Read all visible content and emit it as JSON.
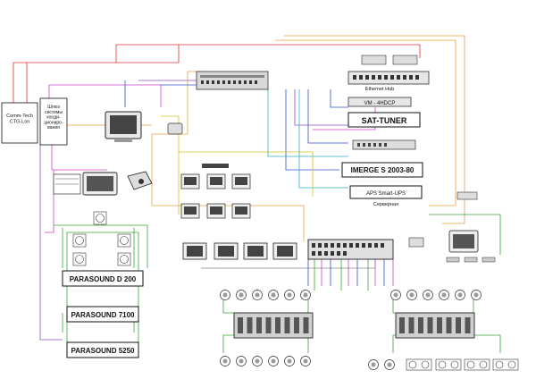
{
  "boxes": {
    "comm_tech": "Comm-Tech\nCTG-Lon",
    "shlyuz": "Шлюз\nсистемы\nконди-\nциониро-\nвания",
    "ethernet_hub": "Ethernet Hub",
    "vm4hdcp": "VM - 4HDCP",
    "sat_tuner": "SAT-TUNER",
    "imerge": "IMERGE S 2003-80",
    "aps_ups": "APS Smart-UPS",
    "servernaya": "Серверная",
    "parasound_d200": "PARASOUND D 200",
    "parasound_7100": "PARASOUND 7100",
    "parasound_5250": "PARASOUND 5250"
  },
  "colors": {
    "red": "#e03030",
    "magenta": "#cc44cc",
    "orange": "#e8a040",
    "green": "#3aa53a",
    "blue": "#3050d0",
    "purple": "#8a4fd0",
    "yellow": "#d8c020",
    "cyan": "#30b0c0",
    "gray": "#888888"
  }
}
